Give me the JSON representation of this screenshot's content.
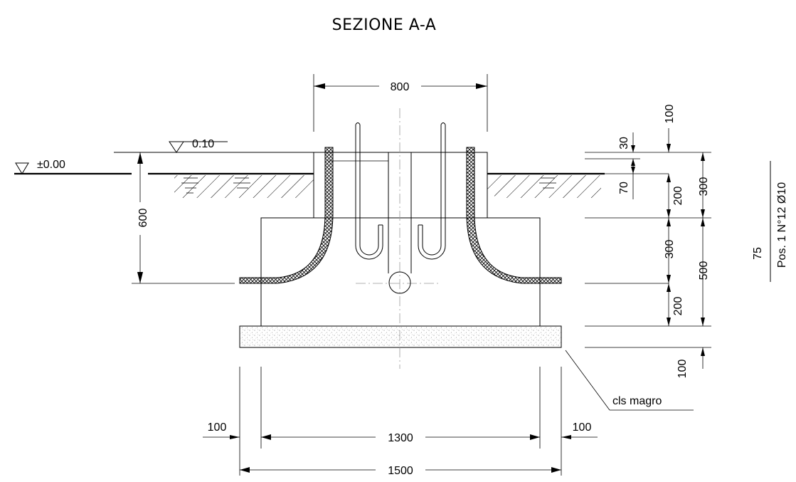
{
  "title": "SEZIONE A-A",
  "levels": {
    "ground": "±0.00",
    "top": "0.10"
  },
  "dims": {
    "width_top": "800",
    "depth_left": "600",
    "r100": "100",
    "r30": "30",
    "r70": "70",
    "r200a": "200",
    "r300a": "300",
    "r300b": "300",
    "r500": "500",
    "r200b": "200",
    "r100b": "100",
    "b100_left": "100",
    "b100_right": "100",
    "b1300": "1300",
    "b1500": "1500"
  },
  "rebar_label": {
    "count": "75",
    "position": "Pos. 1  N°12  Ø10"
  },
  "lean_concrete": "cls magro"
}
